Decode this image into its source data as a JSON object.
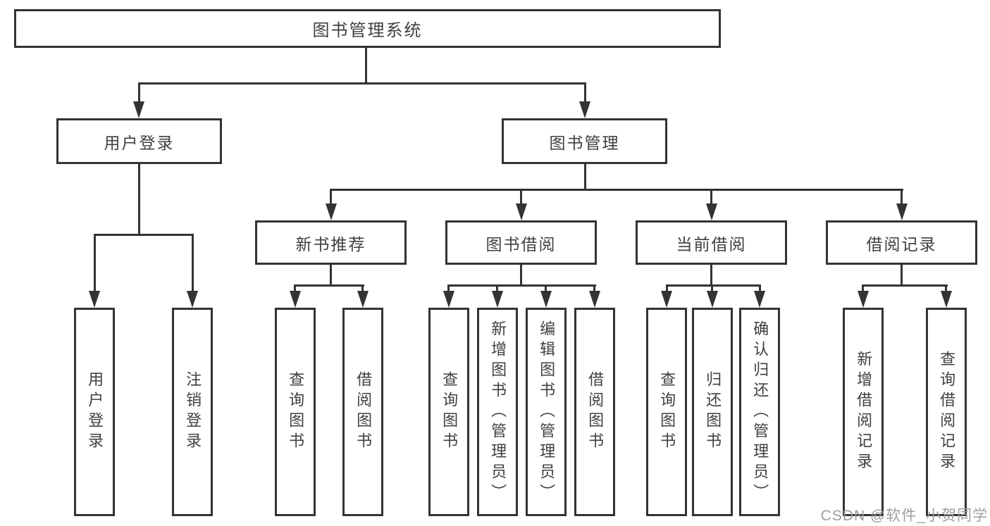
{
  "diagram": {
    "title": "图书管理系统",
    "colors": {
      "line": "#333333",
      "box_border": "#333333",
      "text": "#404040",
      "background": "#ffffff",
      "watermark": "#9e9e9e"
    },
    "root": {
      "label": "图书管理系统"
    },
    "level2": [
      {
        "label": "用户登录"
      },
      {
        "label": "图书管理"
      }
    ],
    "level3": [
      {
        "label": "新书推荐",
        "parent": "图书管理"
      },
      {
        "label": "图书借阅",
        "parent": "图书管理"
      },
      {
        "label": "当前借阅",
        "parent": "图书管理"
      },
      {
        "label": "借阅记录",
        "parent": "图书管理"
      }
    ],
    "leaves": [
      {
        "label": "用户登录",
        "parent": "用户登录"
      },
      {
        "label": "注销登录",
        "parent": "用户登录"
      },
      {
        "label": "查询图书",
        "parent": "新书推荐"
      },
      {
        "label": "借阅图书",
        "parent": "新书推荐"
      },
      {
        "label": "查询图书",
        "parent": "图书借阅"
      },
      {
        "label": "新增图书（管理员）",
        "parent": "图书借阅"
      },
      {
        "label": "编辑图书（管理员）",
        "parent": "图书借阅"
      },
      {
        "label": "借阅图书",
        "parent": "图书借阅"
      },
      {
        "label": "查询图书",
        "parent": "当前借阅"
      },
      {
        "label": "归还图书",
        "parent": "当前借阅"
      },
      {
        "label": "确认归还（管理员）",
        "parent": "当前借阅"
      },
      {
        "label": "新增借阅记录",
        "parent": "借阅记录"
      },
      {
        "label": "查询借阅记录",
        "parent": "借阅记录"
      }
    ]
  },
  "watermark": {
    "text": "CSDN @软件_小贺同学"
  }
}
